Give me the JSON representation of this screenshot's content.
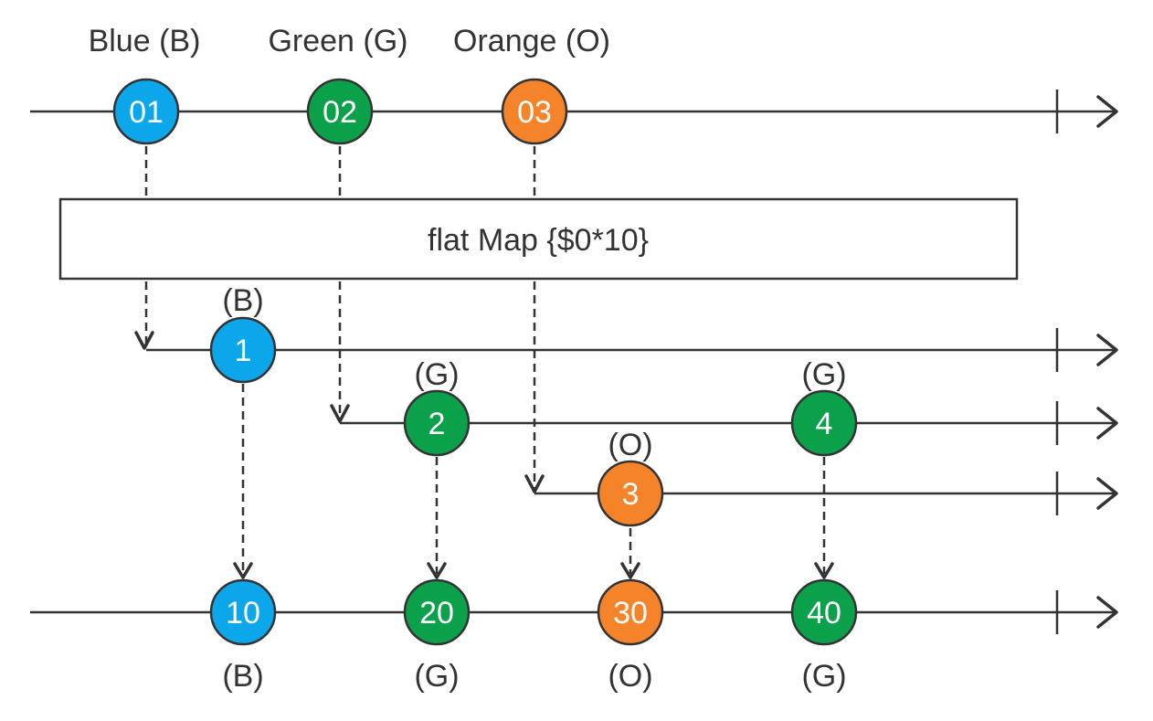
{
  "colors": {
    "blue": "#0ba7ea",
    "green": "#0ba14b",
    "orange": "#f5832a",
    "line": "#333333"
  },
  "source": {
    "legend": [
      "Blue (B)",
      "Green (G)",
      "Orange (O)"
    ],
    "marbles": [
      {
        "value": "01",
        "color": "blue"
      },
      {
        "value": "02",
        "color": "green"
      },
      {
        "value": "03",
        "color": "orange"
      }
    ]
  },
  "operator": {
    "label": "flat Map {$0*10}"
  },
  "inner": {
    "blue": {
      "tag": "(B)",
      "value": "1"
    },
    "green": [
      {
        "tag": "(G)",
        "value": "2"
      },
      {
        "tag": "(G)",
        "value": "4"
      }
    ],
    "orange": {
      "tag": "(O)",
      "value": "3"
    }
  },
  "output": {
    "marbles": [
      {
        "value": "10",
        "tag": "(B)",
        "color": "blue"
      },
      {
        "value": "20",
        "tag": "(G)",
        "color": "green"
      },
      {
        "value": "30",
        "tag": "(O)",
        "color": "orange"
      },
      {
        "value": "40",
        "tag": "(G)",
        "color": "green"
      }
    ]
  }
}
